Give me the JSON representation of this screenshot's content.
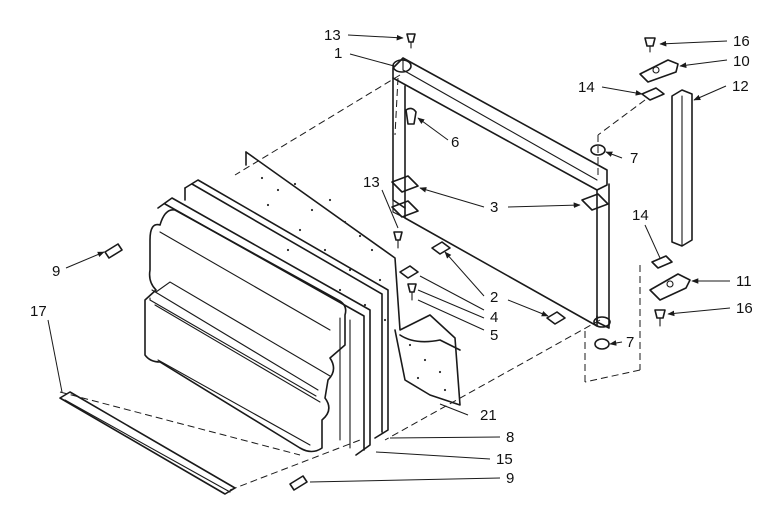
{
  "diagram": {
    "callouts": {
      "c1": "1",
      "c2": "2",
      "c3": "3",
      "c4": "4",
      "c5": "5",
      "c6": "6",
      "c7a": "7",
      "c7b": "7",
      "c8": "8",
      "c9a": "9",
      "c9b": "9",
      "c10": "10",
      "c11": "11",
      "c12": "12",
      "c13a": "13",
      "c13b": "13",
      "c14a": "14",
      "c14b": "14",
      "c15": "15",
      "c16a": "16",
      "c16b": "16",
      "c17": "17",
      "c21": "21"
    }
  }
}
